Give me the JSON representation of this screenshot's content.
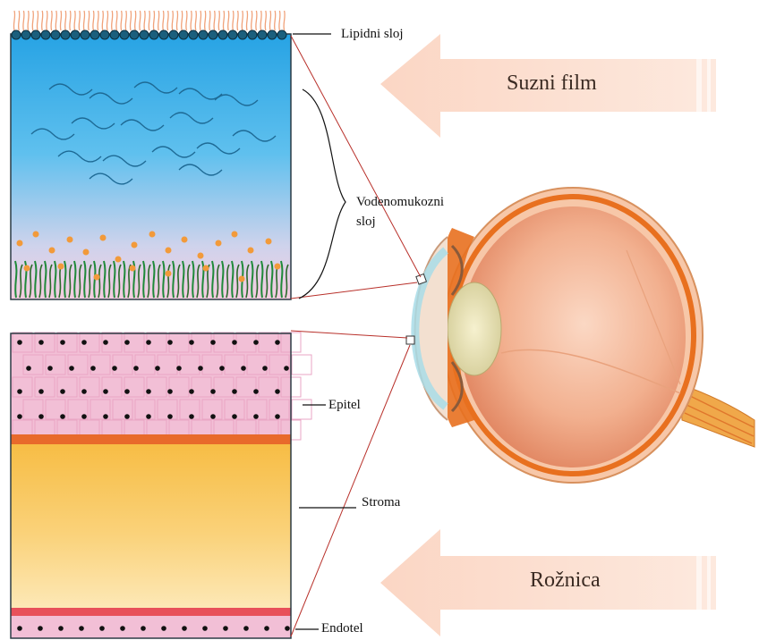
{
  "labels": {
    "lipid": "Lipidni sloj",
    "aqueous_line1": "Vodenomukozni",
    "aqueous_line2": "sloj",
    "epithelium": "Epitel",
    "stroma": "Stroma",
    "endothelium": "Endotel"
  },
  "arrows": {
    "tear_film": "Suzni film",
    "cornea": "Rožnica"
  },
  "colors": {
    "aqueous_top": "#2aa6e6",
    "aqueous_bottom": "#f3cde0",
    "lipid_beads": "#1a5d7a",
    "lipid_hairs": "#f0a27a",
    "epithelium": "#f1b9d2",
    "stroma_top": "#f7c04a",
    "stroma_bottom": "#fde6b0",
    "bowman": "#e8682a",
    "descemet": "#e8505a",
    "arrow_fill": "#fbdccc",
    "connector": "#c0392b"
  }
}
